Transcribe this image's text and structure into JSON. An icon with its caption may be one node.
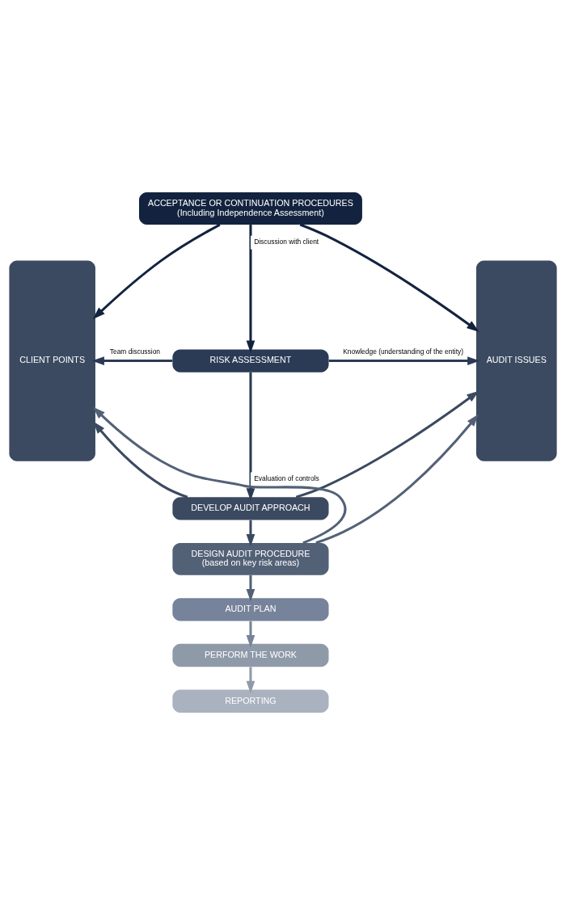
{
  "diagram": {
    "nodes": [
      {
        "text": [
          "ACCEPTANCE OR CONTINUATION PROCEDURES",
          "(Including Independence Assessment)"
        ]
      },
      {
        "text": [
          "CLIENT POINTS"
        ]
      },
      {
        "text": [
          "RISK ASSESSMENT"
        ]
      },
      {
        "text": [
          "AUDIT ISSUES"
        ]
      },
      {
        "text": [
          "DEVELOP AUDIT APPROACH"
        ]
      },
      {
        "text": [
          "DESIGN AUDIT PROCEDURE",
          "(based on key risk areas)"
        ]
      },
      {
        "text": [
          "AUDIT PLAN"
        ]
      },
      {
        "text": [
          "PERFORM THE WORK"
        ]
      },
      {
        "text": [
          "REPORTING"
        ]
      }
    ],
    "edges": [
      {
        "from": 0,
        "to": 1,
        "arrow": "to",
        "color": "#13233f"
      },
      {
        "from": 0,
        "to": 3,
        "arrow": "to",
        "color": "#13233f"
      },
      {
        "from": 0,
        "to": 2,
        "arrow": "to",
        "label": "Discussion with client",
        "color": "#13233f"
      },
      {
        "from": 2,
        "to": 1,
        "arrow": "to",
        "label": "Team discussion",
        "color": "#2b3a55"
      },
      {
        "from": 2,
        "to": 3,
        "arrow": "to",
        "label": "Knowledge (understanding of the entity)",
        "color": "#2b3a55"
      },
      {
        "from": 2,
        "to": 4,
        "arrow": "to",
        "label": "Evaluation of controls",
        "color": "#2b3a55"
      },
      {
        "from": 4,
        "to": 1,
        "arrow": "to",
        "color": "#3b4a60"
      },
      {
        "from": 4,
        "to": 3,
        "arrow": "to",
        "color": "#3b4a60"
      },
      {
        "from": 4,
        "to": 5,
        "arrow": "to",
        "color": "#3b4a60"
      },
      {
        "from": 5,
        "to": 1,
        "arrow": "to",
        "color": "#536177"
      },
      {
        "from": 5,
        "to": 3,
        "arrow": "to",
        "color": "#536177"
      },
      {
        "from": 5,
        "to": 6,
        "arrow": "to",
        "color": "#536177"
      },
      {
        "from": 6,
        "to": 7,
        "arrow": "to",
        "color": "#76839a"
      },
      {
        "from": 7,
        "to": 8,
        "arrow": "to",
        "color": "#8f9aa9"
      }
    ]
  }
}
